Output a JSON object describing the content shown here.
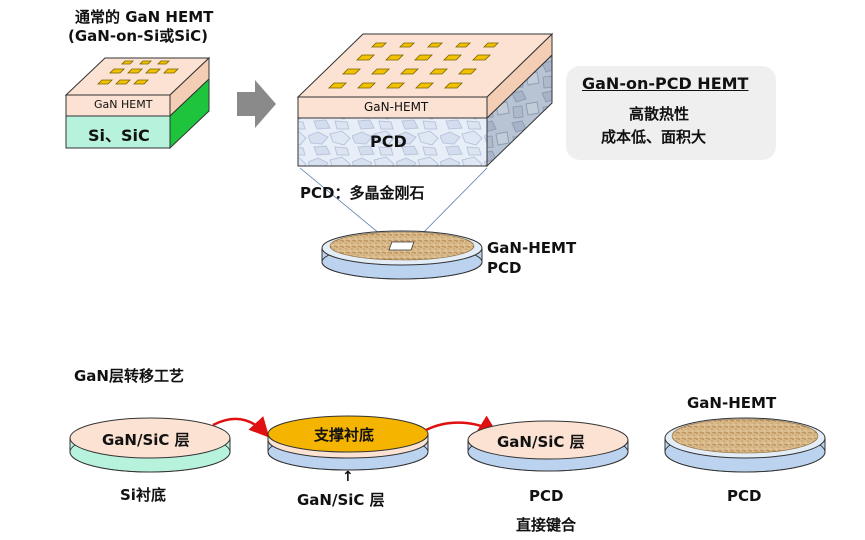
{
  "top": {
    "conventional_title_line1": "通常的 GaN HEMT",
    "conventional_title_line2": "(GaN-on-Si或SiC)",
    "conventional_layer_top": "GaN HEMT",
    "conventional_layer_bottom": "Si、SiC",
    "pcd_layer_top": "GaN-HEMT",
    "pcd_layer_bottom": "PCD",
    "pcd_caption": "PCD：多晶金刚石",
    "wafer_label_line1": "GaN-HEMT",
    "wafer_label_line2": "PCD",
    "callout_title": "GaN-on-PCD HEMT",
    "callout_line1": "高散热性",
    "callout_line2": "成本低、面积大"
  },
  "process": {
    "section_title": "GaN层转移工艺",
    "wafer1_label": "GaN/SiC 层",
    "wafer1_caption": "Si衬底",
    "wafer2_label": "支撑衬底",
    "wafer2_arrow": "↑",
    "wafer2_caption": "GaN/SiC 层",
    "wafer3_label": "GaN/SiC 层",
    "wafer3_caption": "PCD",
    "wafer3_note": "直接键合",
    "wafer4_title": "GaN-HEMT",
    "wafer4_caption": "PCD"
  },
  "colors": {
    "gan_top": "#fbe2d2",
    "gan_side": "#f3cdb4",
    "si_front": "#b7f3dc",
    "si_side": "#1ec43c",
    "pad": "#f2c200",
    "support": "#f5b400",
    "wafer_side": "#bcd3f0",
    "arrow_red": "#e01010",
    "gray_arrow": "#8a8a8a"
  }
}
